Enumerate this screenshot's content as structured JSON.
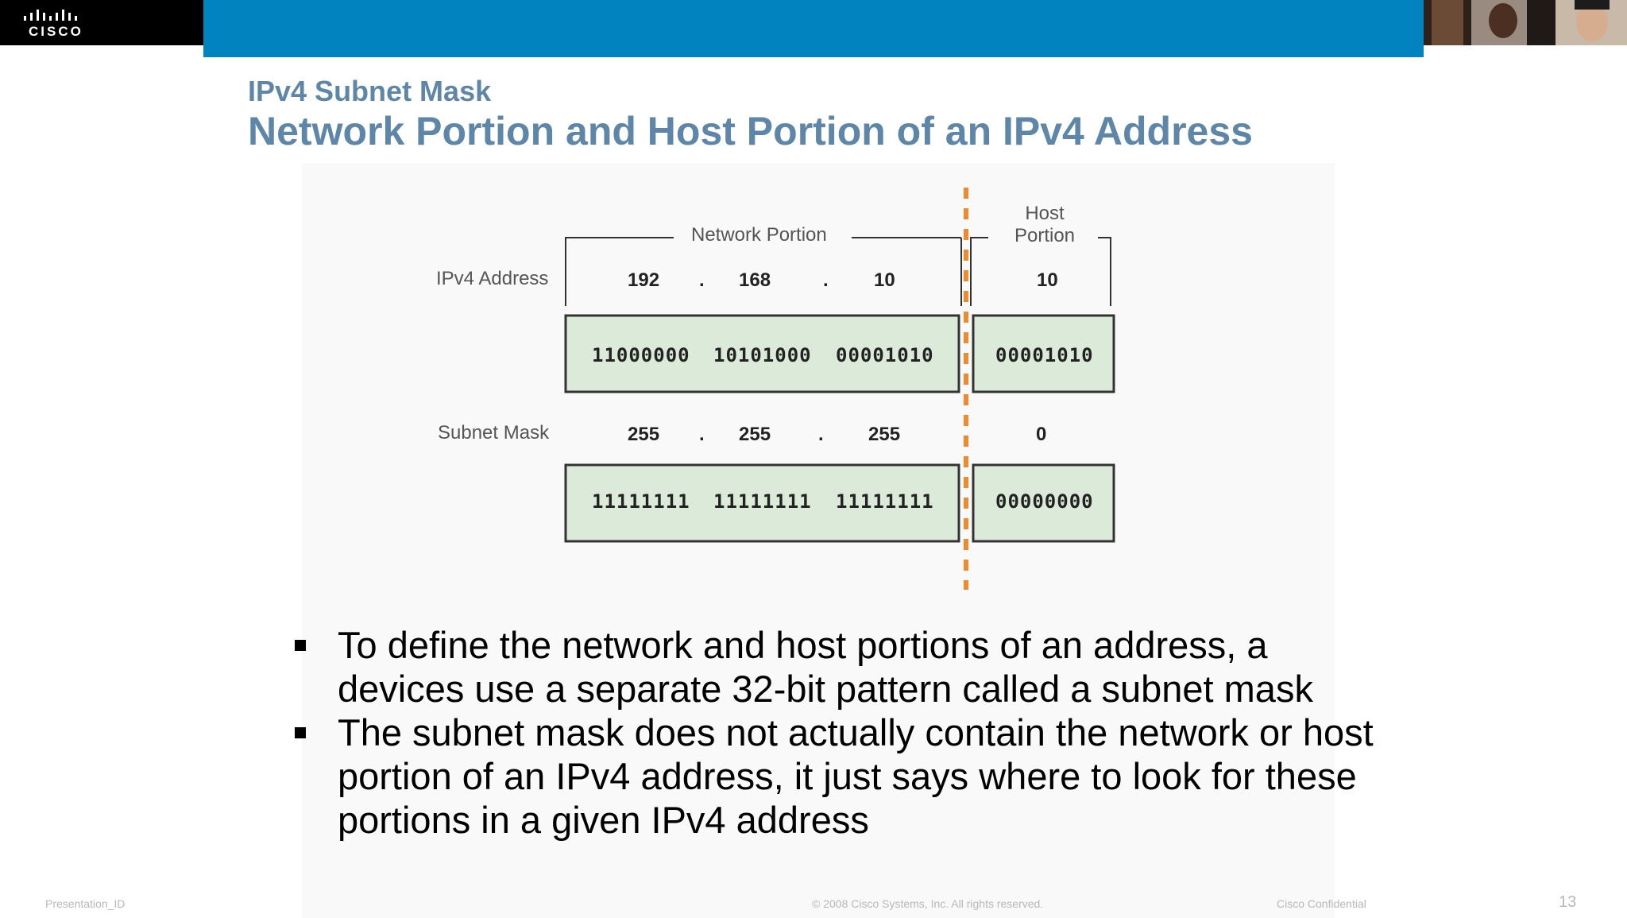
{
  "header": {
    "logo_text": "CISCO"
  },
  "slide": {
    "subtitle": "IPv4 Subnet Mask",
    "title": "Network Portion and Host Portion of an IPv4 Address"
  },
  "diagram": {
    "network_portion_label": "Network Portion",
    "host_portion_label_line1": "Host",
    "host_portion_label_line2": "Portion",
    "ipv4_label": "IPv4 Address",
    "mask_label": "Subnet Mask",
    "ipv4_octets": [
      "192",
      "168",
      "10",
      "10"
    ],
    "ipv4_binary": [
      "11000000",
      "10101000",
      "00001010",
      "00001010"
    ],
    "mask_octets": [
      "255",
      "255",
      "255",
      "0"
    ],
    "mask_binary": [
      "11111111",
      "11111111",
      "11111111",
      "00000000"
    ],
    "dot": ".",
    "colors": {
      "box_fill": "#dcebd9",
      "divider": "#f08a2c"
    }
  },
  "bullets": [
    "To define the network and host portions of an address, a devices use a separate 32-bit pattern called a subnet mask",
    "The subnet mask does not actually contain the network or host portion of an IPv4 address, it just says where to look for these portions in a given IPv4 address"
  ],
  "footer": {
    "left": "Presentation_ID",
    "center": "© 2008 Cisco Systems, Inc. All rights reserved.",
    "right": "Cisco Confidential",
    "page": "13"
  }
}
